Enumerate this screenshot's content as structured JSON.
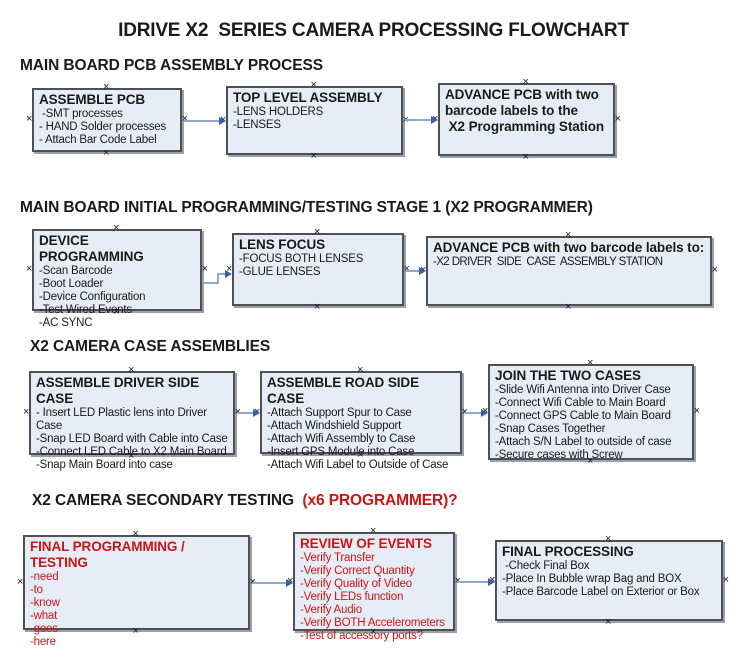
{
  "title": "IDRIVE X2  SERIES CAMERA PROCESSING FLOWCHART",
  "glyphs": {
    "anchor": "×"
  },
  "colors": {
    "box_fill": "#e7edf6",
    "box_border": "#4d5157",
    "arrow_line": "#8fa9cc",
    "arrow_head": "#3b5fa6",
    "alert_red": "#cc1414",
    "text_black": "#1a1a1a"
  },
  "sections": [
    {
      "heading": "MAIN BOARD PCB ASSEMBLY PROCESS",
      "boxes": [
        {
          "title": "ASSEMBLE PCB",
          "items": [
            " -SMT processes",
            "- HAND Solder processes",
            "- Attach Bar Code Label"
          ]
        },
        {
          "title": "TOP LEVEL ASSEMBLY",
          "items": [
            "-LENS HOLDERS",
            "-LENSES"
          ]
        },
        {
          "title": "ADVANCE PCB with two\nbarcode labels to the\n X2 Programming Station",
          "items": []
        }
      ]
    },
    {
      "heading": "MAIN BOARD INITIAL PROGRAMMING/TESTING STAGE 1 (X2 PROGRAMMER)",
      "boxes": [
        {
          "title": "DEVICE PROGRAMMING",
          "items": [
            "-Scan Barcode",
            "-Boot Loader",
            "-Device Configuration",
            "-Test Wired Events",
            "-AC SYNC"
          ]
        },
        {
          "title": "LENS FOCUS",
          "items": [
            "-FOCUS BOTH LENSES",
            "-GLUE LENSES"
          ]
        },
        {
          "title": "ADVANCE PCB with two barcode labels to:",
          "items": [
            "-X2 DRIVER  SIDE  CASE  ASSEMBLY STATION"
          ]
        }
      ]
    },
    {
      "heading": "X2 CAMERA CASE ASSEMBLIES",
      "boxes": [
        {
          "title": "ASSEMBLE DRIVER SIDE CASE",
          "items": [
            "- Insert LED Plastic lens into Driver Case",
            "-Snap LED Board with Cable into Case",
            "-Connect LED Cable to X2 Main Board",
            "-Snap Main Board into case"
          ]
        },
        {
          "title": "ASSEMBLE ROAD SIDE CASE",
          "items": [
            "-Attach Support Spur to Case",
            "-Attach Windshield Support",
            "-Attach Wifi Assembly to Case",
            "-Insert GPS Module into Case",
            "-Attach Wifi Label to Outside of Case"
          ]
        },
        {
          "title": "JOIN THE TWO CASES",
          "items": [
            "-Slide Wifi Antenna into Driver Case",
            "-Connect Wifi Cable to Main Board",
            "-Connect GPS Cable to Main Board",
            "-Snap Cases Together",
            "-Attach S/N Label to outside of case",
            "-Secure cases with Screw"
          ]
        }
      ]
    },
    {
      "heading": "X2 CAMERA SECONDARY TESTING ",
      "heading_suffix": " (x6 PROGRAMMER)?",
      "boxes": [
        {
          "title": "FINAL PROGRAMMING / TESTING",
          "items": [
            "-need",
            "-to",
            "-know",
            "-what",
            "-goes",
            "-here"
          ]
        },
        {
          "title": "REVIEW OF EVENTS",
          "items": [
            "-Verify Transfer",
            "-Verify Correct Quantity",
            "-Verify Quality of Video",
            "-Verify LEDs function",
            "-Verify Audio",
            "-Verify BOTH Accelerometers",
            "-Test of accessory ports?"
          ]
        },
        {
          "title": "FINAL PROCESSING",
          "items": [
            " -Check Final Box",
            "-Place In Bubble wrap Bag and BOX",
            "-Place Barcode Label on Exterior or Box"
          ]
        }
      ]
    }
  ]
}
